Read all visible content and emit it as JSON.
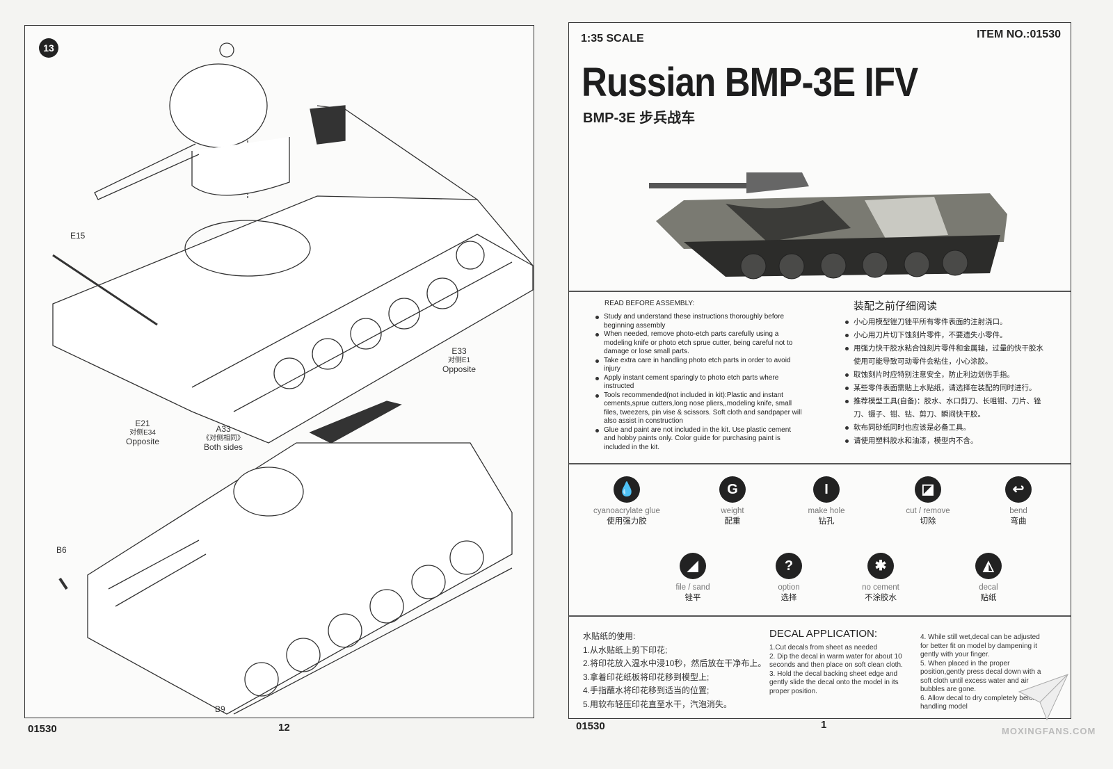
{
  "left_page": {
    "step_number": "13",
    "labels": {
      "e15": "E15",
      "e33": "E33",
      "e33_sub": "对侧E1",
      "e33_opp": "Opposite",
      "e21": "E21",
      "e21_sub": "对侧E34",
      "e21_opp": "Opposite",
      "a33": "A33",
      "a33_sub": "《对侧相同》",
      "a33_both": "Both sides",
      "b6": "B6",
      "b9": "B9"
    },
    "item_code": "01530",
    "page_number": "12"
  },
  "right_page": {
    "scale": "1:35 SCALE",
    "item_no": "ITEM NO.:01530",
    "title": "Russian BMP-3E IFV",
    "subtitle": "BMP-3E 步兵战车",
    "read_before": {
      "heading": "READ BEFORE ASSEMBLY:",
      "items": [
        "Study and understand these instructions thoroughly before beginning assembly",
        "When needed, remove photo-etch parts carefully using a modeling knife or photo etch sprue cutter, being careful not to damage or lose small parts.",
        "Take extra care in handling photo etch parts in order to avoid injury",
        "Apply instant cement sparingly to photo etch parts where instructed",
        "Tools recommended(not included in kit):Plastic and instant cements,sprue cutters,long nose pliers,,modeling knife, small files, tweezers, pin vise & scissors. Soft cloth and sandpaper will also assist in construction",
        "Glue and paint are not included in the kit. Use plastic cement and hobby paints only. Color guide for purchasing paint is included in the kit."
      ]
    },
    "read_before_cn": {
      "heading": "装配之前仔细阅读",
      "items": [
        "小心用模型锉刀锉平所有零件表面的注射浇口。",
        "小心用刀片切下蚀刻片零件，不要遗失小零件。",
        "用强力快干胶水粘合蚀刻片零件和金属轴，过量的快干胶水使用可能导致可动零件会粘住，小心涂胶。",
        "取蚀刻片时应特别注意安全，防止利边划伤手指。",
        "某些零件表面需贴上水贴纸，请选择在装配的同时进行。",
        "推荐模型工具(自备)：胶水、水口剪刀、长咀钳、刀片、锉刀、镊子、钳、钻、剪刀、瞬间快干胶。",
        "软布同砂纸同时也应该是必备工具。",
        "请使用塑料胶水和油漆，模型内不含。"
      ]
    },
    "symbols": [
      {
        "icon": "glue-drop-icon",
        "glyph": "💧",
        "en": "cyanoacrylate glue",
        "cn": "使用强力胶"
      },
      {
        "icon": "weight-icon",
        "glyph": "G",
        "en": "weight",
        "cn": "配重"
      },
      {
        "icon": "drill-icon",
        "glyph": "I",
        "en": "make hole",
        "cn": "钻孔"
      },
      {
        "icon": "cut-icon",
        "glyph": "◪",
        "en": "cut / remove",
        "cn": "切除"
      },
      {
        "icon": "bend-icon",
        "glyph": "↩",
        "en": "bend",
        "cn": "弯曲"
      },
      {
        "icon": "file-icon",
        "glyph": "◢",
        "en": "file / sand",
        "cn": "锉平"
      },
      {
        "icon": "option-icon",
        "glyph": "?",
        "en": "option",
        "cn": "选择"
      },
      {
        "icon": "no-cement-icon",
        "glyph": "✱",
        "en": "no cement",
        "cn": "不涂胶水"
      },
      {
        "icon": "decal-icon",
        "glyph": "◭",
        "en": "decal",
        "cn": "贴纸"
      }
    ],
    "decal_cn": {
      "heading": "水贴纸的使用:",
      "items": [
        "1.从水贴纸上剪下印花;",
        "2.将印花放入温水中浸10秒，然后放在干净布上。",
        "3.拿着印花纸板将印花移到模型上;",
        "4.手指蘸水将印花移到适当的位置;",
        "5.用软布轻压印花直至水干，汽泡消失。"
      ]
    },
    "decal_en": {
      "heading": "DECAL APPLICATION:",
      "items": [
        "1.Cut decals from sheet as needed",
        "2. Dip the decal in warm water for about 10 seconds and then place on soft clean cloth.",
        "3. Hold the decal backing sheet edge and gently slide the decal onto the model in its proper position.",
        "4. While still wet,decal can be adjusted for better fit on model by dampening it gently with your finger.",
        "5. When placed in the proper position,gently press decal down with a soft cloth until excess water and air bubbles are gone.",
        "6. Allow decal to dry completely before handling model"
      ]
    },
    "item_code": "01530",
    "page_number": "1"
  },
  "watermark": "MOXINGFANS.COM"
}
